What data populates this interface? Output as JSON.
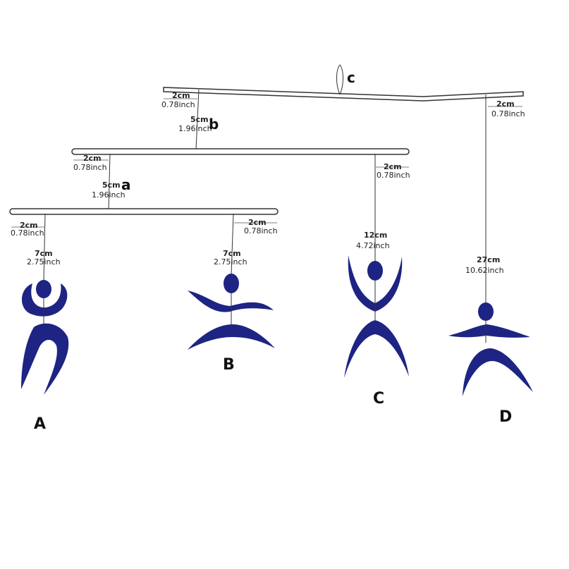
{
  "colors": {
    "figure": "#1d2483",
    "line": "#333333",
    "background": "#ffffff"
  },
  "arm_labels": {
    "a": "a",
    "b": "b",
    "c": "c"
  },
  "dimensions": {
    "arm_a_left_offset_cm": "2cm",
    "arm_a_left_offset_inch": "0.78inch",
    "arm_a_right_offset_cm": "2cm",
    "arm_a_right_offset_inch": "0.78inch",
    "arm_b_left_offset_cm": "2cm",
    "arm_b_left_offset_inch": "0.78inch",
    "arm_b_right_offset_cm": "2cm",
    "arm_b_right_offset_inch": "0.78inch",
    "arm_c_left_offset_cm": "2cm",
    "arm_c_left_offset_inch": "0.78inch",
    "arm_c_right_offset_cm": "2cm",
    "arm_c_right_offset_inch": "0.78inch",
    "link_a_cm": "5cm",
    "link_a_inch": "1.96inch",
    "link_b_cm": "5cm",
    "link_b_inch": "1.96inch",
    "string_A_cm": "7cm",
    "string_A_inch": "2.75inch",
    "string_B_cm": "7cm",
    "string_B_inch": "2.75inch",
    "string_C_cm": "12cm",
    "string_C_inch": "4.72inch",
    "string_D_cm": "27cm",
    "string_D_inch": "10.62inch"
  },
  "figures": {
    "A": "A",
    "B": "B",
    "C": "C",
    "D": "D"
  }
}
